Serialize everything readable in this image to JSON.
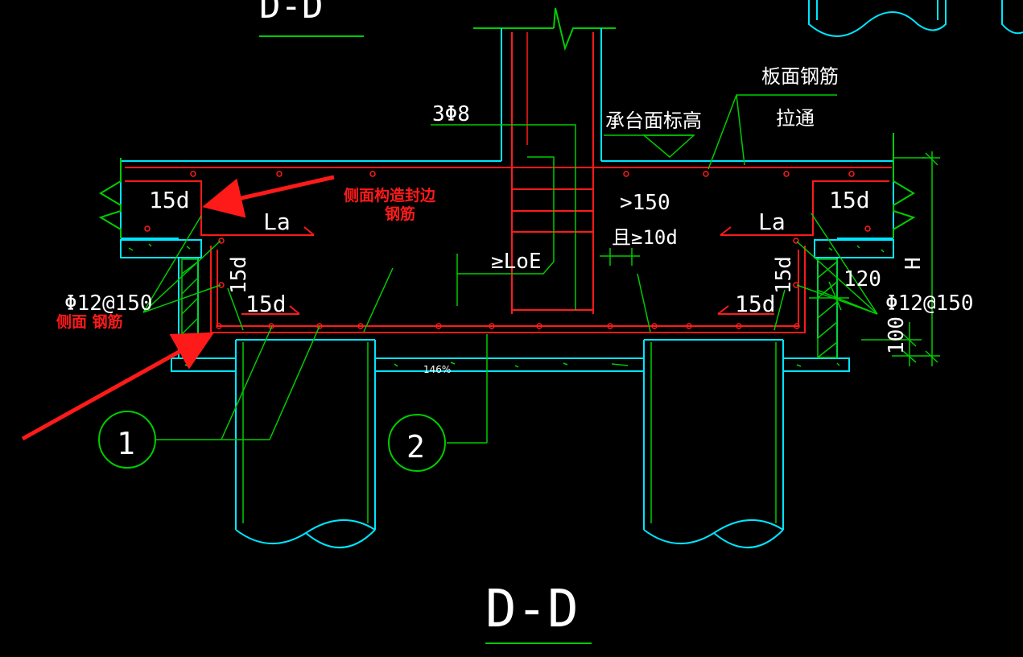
{
  "colors": {
    "background": "#000000",
    "rebar": "#ff1a1a",
    "leader": "#00cc00",
    "outline": "#00e5ff",
    "text": "#ffffff",
    "annotation": "#ff1a1a"
  },
  "section": {
    "title": "D-D",
    "title_top": "D-D"
  },
  "labels": {
    "stirrup_spec": "3Φ8",
    "cap_top_elevation": "承台面标高",
    "slab_top_rebar": "板面钢筋",
    "through": "拉通",
    "gt150": ">150",
    "gt10d": "且≥10d",
    "loe": "≥LoE",
    "len_15d_tl": "15d",
    "len_15d_tr": "15d",
    "la_left": "La",
    "la_right": "La",
    "len_15d_vl": "15d",
    "len_15d_bl": "15d",
    "len_15d_br": "15d",
    "len_15d_vr": "15d",
    "bar_left": "Φ12@150",
    "bar_right": "Φ12@150",
    "dim_120": "120",
    "dim_100": "100",
    "dim_h": "H",
    "marker_1": "1",
    "marker_2": "2",
    "zoom": "146%"
  },
  "annotations": {
    "side_edge_rebar": "侧面构造封边",
    "side_edge_rebar_2": "钢筋",
    "side_rebar": "侧面 钢筋"
  }
}
